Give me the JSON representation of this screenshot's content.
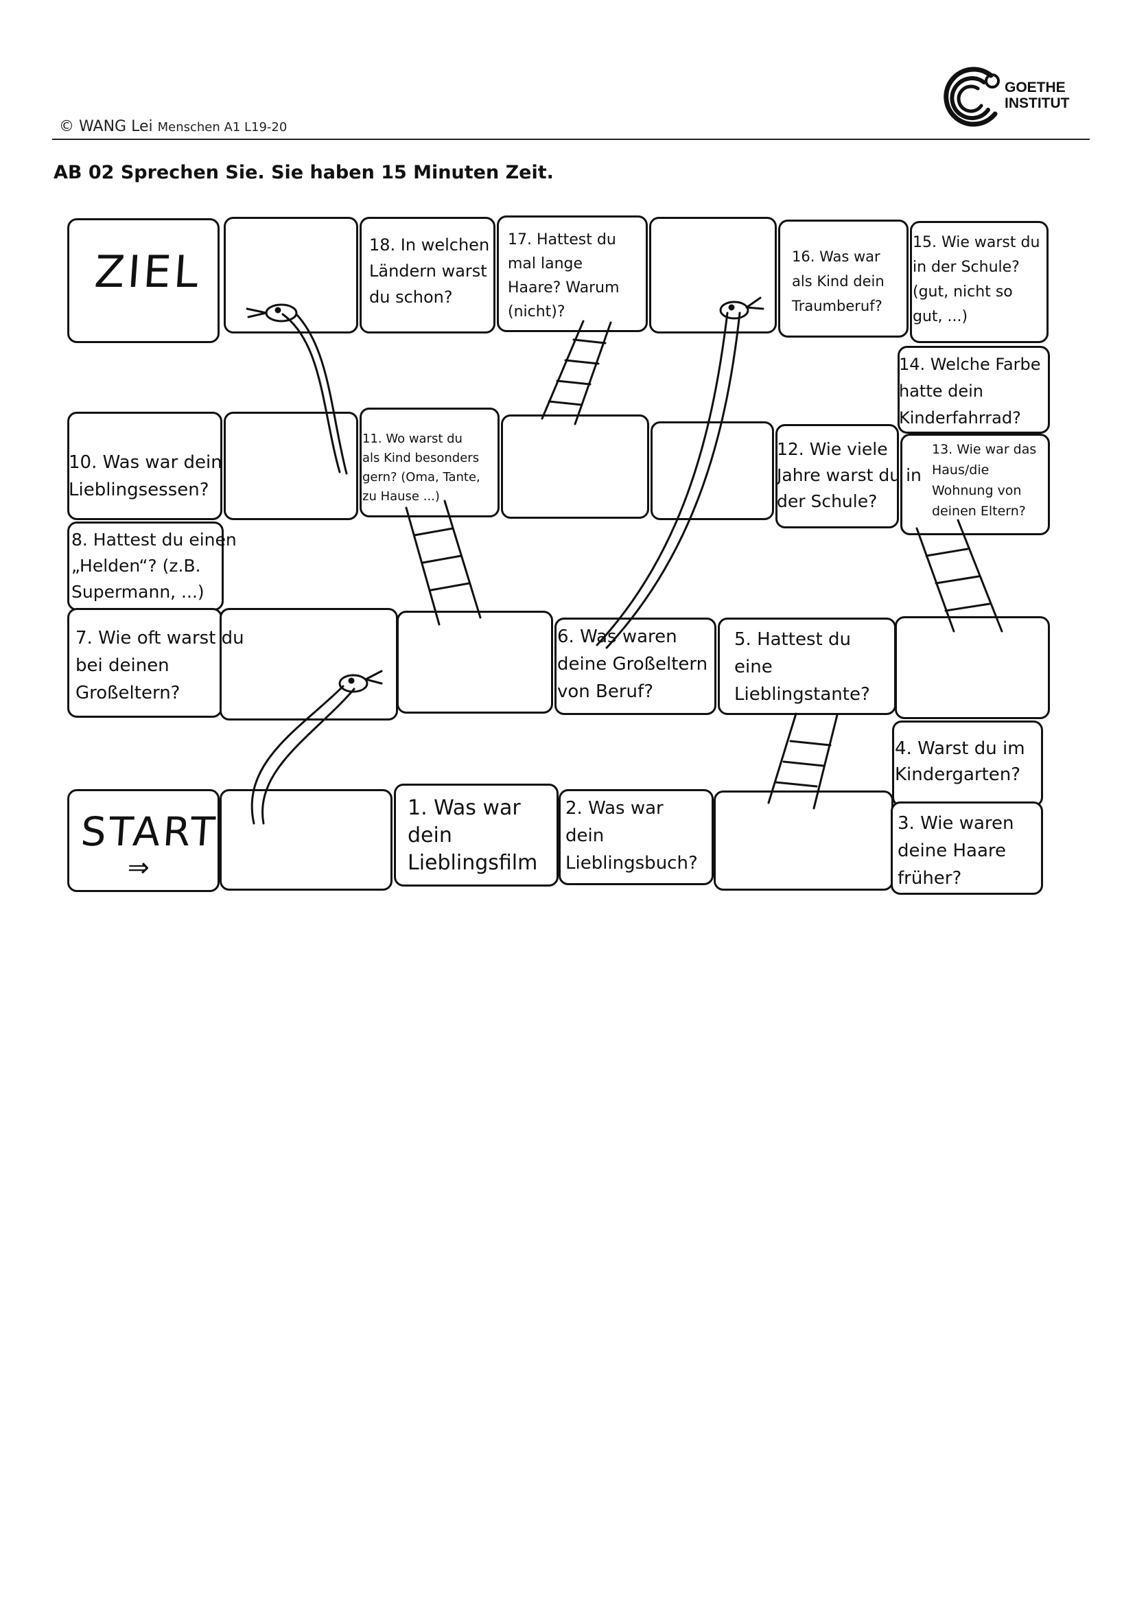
{
  "header": {
    "credit_main": "© WANG Lei",
    "credit_course": "Menschen A1 L19-20",
    "logo_line1": "GOETHE",
    "logo_line2": "INSTITUT"
  },
  "task": {
    "title": "AB 02 Sprechen Sie. Sie haben 15  Minuten Zeit."
  },
  "board": {
    "goal_label": "ZIEL",
    "start_label": "START",
    "start_arrow": "⇒",
    "fields": [
      "1. Was war\ndein\nLieblingsfilm",
      "2. Was war\ndein\nLieblingsbuch?",
      "3. Wie waren\ndeine Haare\nfrüher?",
      "4. Warst du im\nKindergarten?",
      "5. Hattest du\neine\nLieblingstante?",
      "6. Was waren\ndeine Großeltern\nvon Beruf?",
      "7. Wie oft warst du\nbei deinen\nGroßeltern?",
      "8. Hattest du einen\n„Helden“? (z.B.\nSupermann, ...)",
      "10. Was war dein\nLieblingsessen?",
      "11. Wo warst du\nals Kind besonders\ngern? (Oma, Tante,\nzu Hause ...)",
      "12. Wie viele\nJahre warst du in\nder Schule?",
      "13. Wie war das\nHaus/die\nWohnung von\ndeinen Eltern?",
      "14. Welche Farbe\nhatte dein\nKinderfahrrad?",
      "15. Wie warst du\nin der Schule?\n(gut, nicht so\ngut, ...)",
      "16. Was war\nals Kind dein\nTraumberuf?",
      "17. Hattest du\nmal lange\nHaare? Warum\n(nicht)?",
      "18. In welchen\nLändern warst\ndu schon?"
    ]
  }
}
